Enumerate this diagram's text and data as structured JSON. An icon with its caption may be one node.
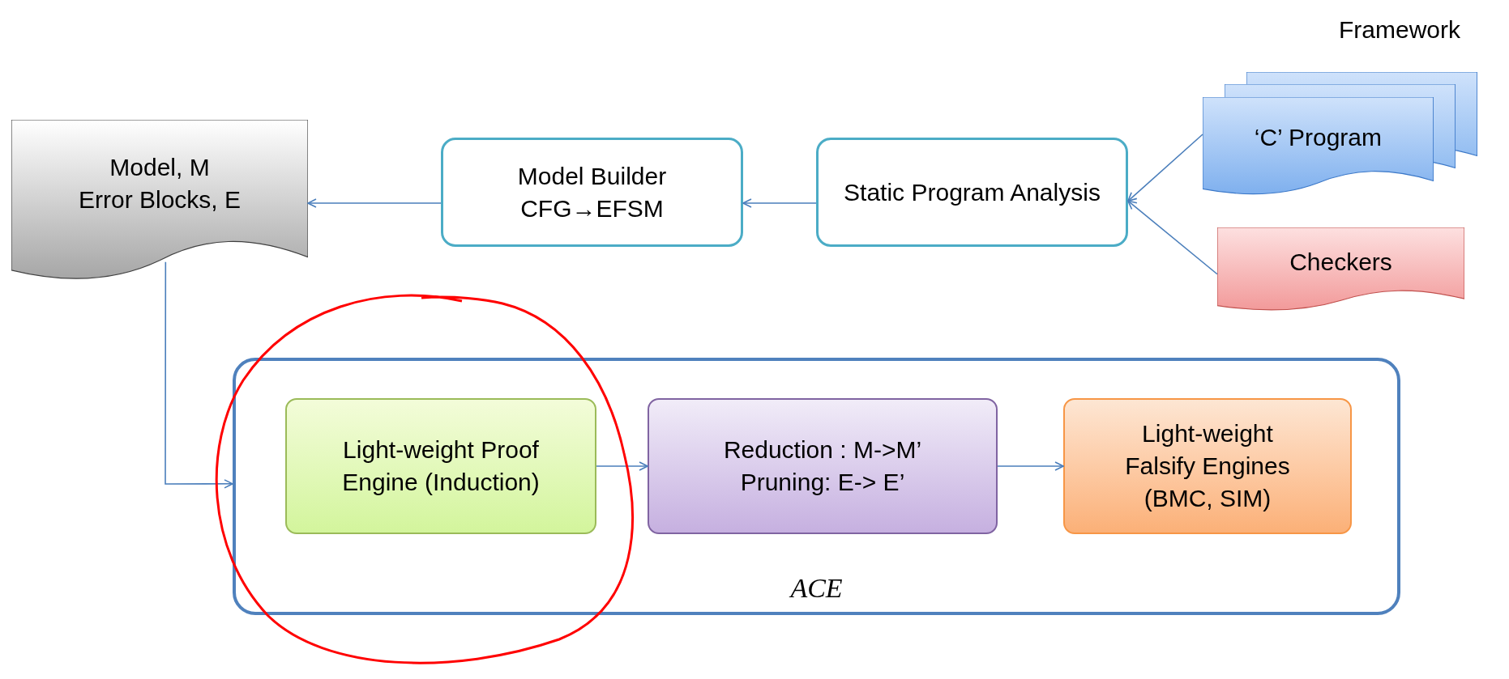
{
  "diagram": {
    "nodes": [
      {
        "text": [
          "Model, M",
          "Error Blocks, E"
        ]
      },
      {
        "text": [
          "Model  Builder",
          "CFG→EFSM"
        ]
      },
      {
        "text": [
          "Static Program Analysis"
        ]
      },
      {
        "text": [
          "‘C’  Program"
        ]
      },
      {
        "text": [
          "Checkers"
        ]
      },
      {
        "text": [
          "ACE"
        ]
      },
      {
        "text": [
          "Light-weight Proof Engine (Induction)"
        ],
        "in": 5
      },
      {
        "text": [
          "Reduction : M->M’",
          "Pruning: E-> E’"
        ],
        "in": 5
      },
      {
        "text": [
          "Light-weight Falsify Engines (BMC, SIM)"
        ],
        "in": 5
      }
    ],
    "edges": [
      {
        "from": 2,
        "to": 1,
        "arrow": "to"
      },
      {
        "from": 1,
        "to": 0,
        "arrow": "to"
      },
      {
        "from": 3,
        "to": 2,
        "arrow": "to"
      },
      {
        "from": 4,
        "to": 2,
        "arrow": "to"
      },
      {
        "from": 0,
        "to": 5,
        "arrow": "to"
      },
      {
        "from": 6,
        "to": 7,
        "arrow": "to"
      },
      {
        "from": 7,
        "to": 8,
        "arrow": "to"
      }
    ],
    "labels": [
      "Framework"
    ]
  }
}
